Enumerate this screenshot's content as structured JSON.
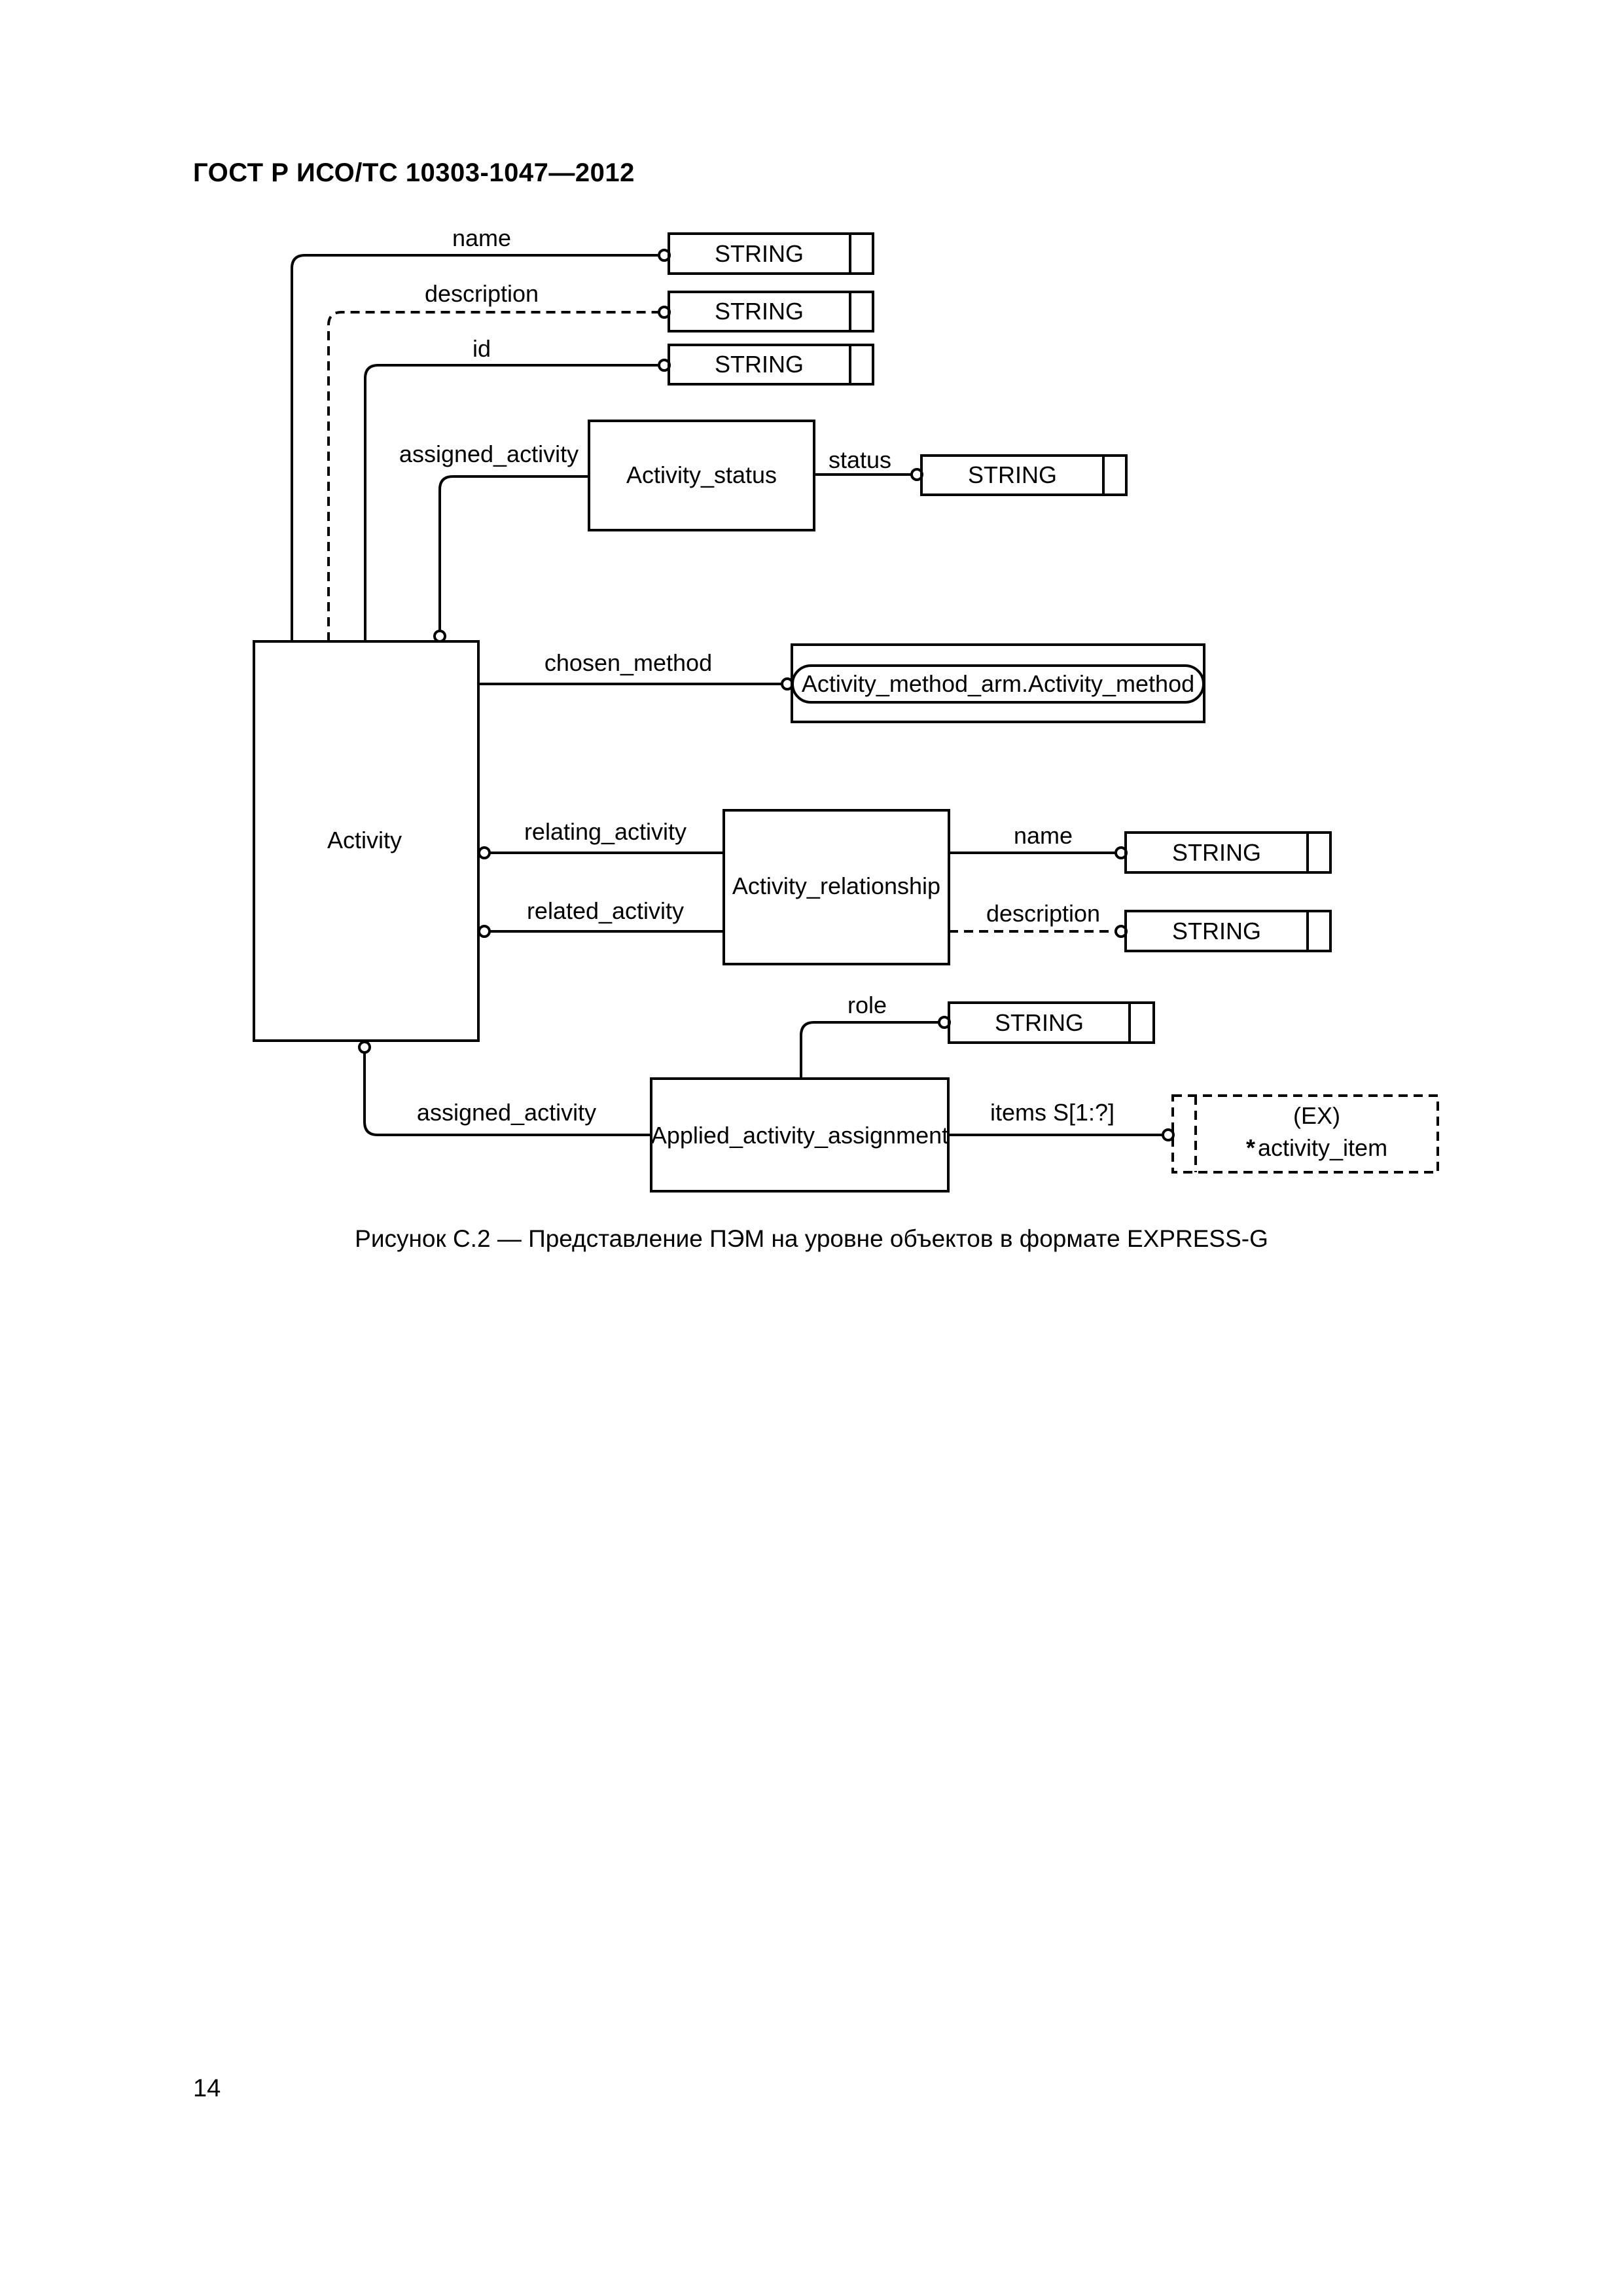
{
  "header": {
    "standard_id": "ГОСТ Р ИСО/ТС 10303-1047—2012"
  },
  "diagram": {
    "entities": {
      "activity": "Activity",
      "activity_status": "Activity_status",
      "activity_relationship": "Activity_relationship",
      "applied_activity_assignment": "Applied_activity_assignment",
      "external_ref": "Activity_method_arm.Activity_method"
    },
    "select": {
      "line1": "(EX)",
      "asterisk": "*",
      "line2": "activity_item"
    },
    "string_types": {
      "name": "STRING",
      "description": "STRING",
      "id": "STRING",
      "status": "STRING",
      "rel_name": "STRING",
      "rel_description": "STRING",
      "role": "STRING"
    },
    "attributes": {
      "name": "name",
      "description": "description",
      "id": "id",
      "assigned_activity_top": "assigned_activity",
      "status": "status",
      "chosen_method": "chosen_method",
      "relating_activity": "relating_activity",
      "related_activity": "related_activity",
      "rel_name": "name",
      "rel_description": "description",
      "role": "role",
      "assigned_activity_bottom": "assigned_activity",
      "items": "items S[1:?]"
    }
  },
  "caption": "Рисунок С.2 — Представление ПЭМ на уровне объектов в формате EXPRESS-G",
  "page_number": "14"
}
